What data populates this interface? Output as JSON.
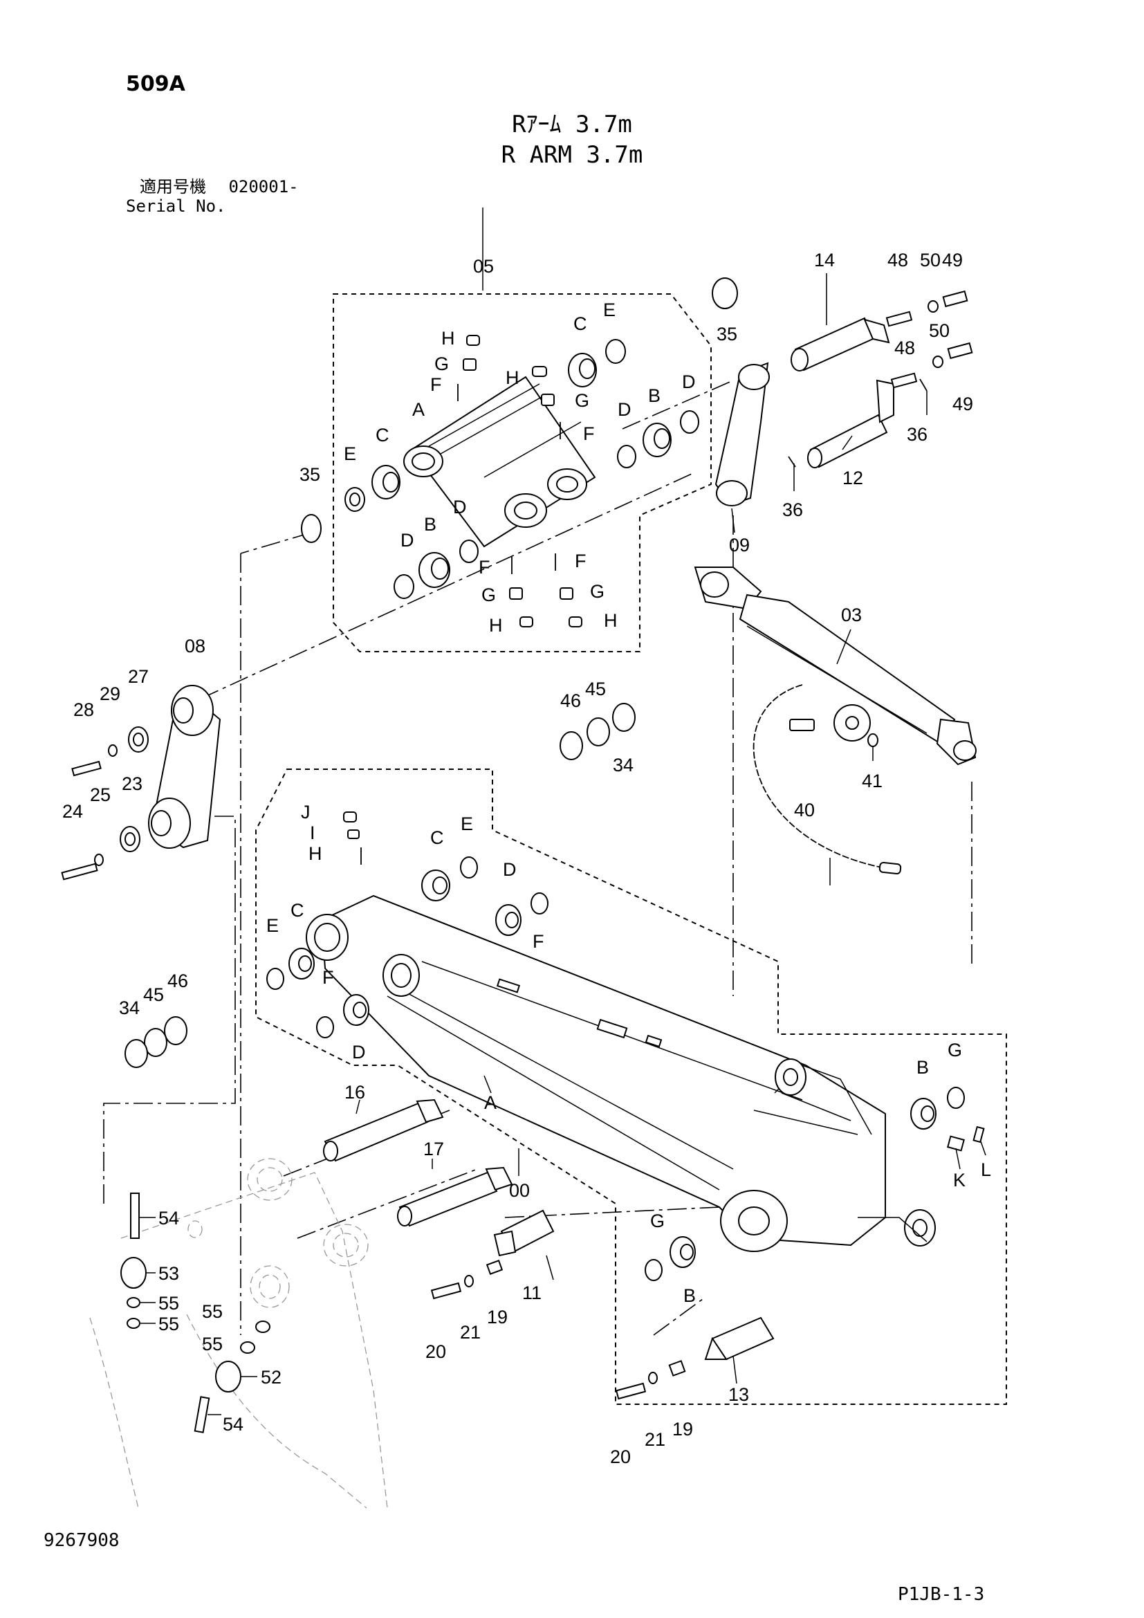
{
  "header": {
    "section_code": "509A",
    "title_jp": "Rｱｰﾑ 3.7m",
    "title_en": "R ARM 3.7m",
    "serial_label_jp": "適用号機",
    "serial_value": "020001-",
    "serial_label_en": "Serial No."
  },
  "footer": {
    "drawing_number": "9267908",
    "page_ref": "P1JB-1-3"
  },
  "callouts": {
    "c00": "00",
    "c03": "03",
    "c05": "05",
    "c08": "08",
    "c09": "09",
    "c11": "11",
    "c12": "12",
    "c13": "13",
    "c14": "14",
    "c16": "16",
    "c17": "17",
    "c19a": "19",
    "c19b": "19",
    "c20a": "20",
    "c20b": "20",
    "c21a": "21",
    "c21b": "21",
    "c23": "23",
    "c24": "24",
    "c25": "25",
    "c27": "27",
    "c28": "28",
    "c29": "29",
    "c34a": "34",
    "c34b": "34",
    "c35a": "35",
    "c35b": "35",
    "c36a": "36",
    "c36b": "36",
    "c40": "40",
    "c41": "41",
    "c45a": "45",
    "c45b": "45",
    "c46a": "46",
    "c46b": "46",
    "c48a": "48",
    "c48b": "48",
    "c49a": "49",
    "c49b": "49",
    "c50a": "50",
    "c50b": "50",
    "c52": "52",
    "c53": "53",
    "c54a": "54",
    "c54b": "54",
    "c55a": "55",
    "c55b": "55",
    "c55c": "55",
    "c55d": "55"
  },
  "letters": {
    "tA": "A",
    "tB": "B",
    "tC": "C",
    "tD": "D",
    "tE": "E",
    "tF": "F",
    "tG": "G",
    "tH": "H",
    "tI": "I",
    "tJ": "J",
    "tK": "K",
    "tL": "L"
  }
}
